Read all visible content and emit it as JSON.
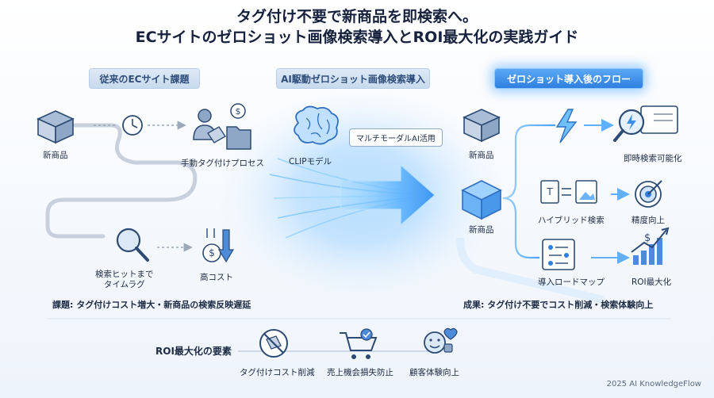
{
  "title": {
    "line1": "タグ付け不要で新商品を即検索へ。",
    "line2": "ECサイトのゼロショット画像検索導入とROI最大化の実践ガイド"
  },
  "sections": {
    "left": "従来のECサイト課題",
    "center": "AI駆動ゼロショット画像検索導入",
    "right": "ゼロショット導入後のフロー"
  },
  "left": {
    "new_product": "新商品",
    "manual_tagging": "手動タグ付けプロセス",
    "search_lag": "検索ヒットまで\nタイムラグ",
    "high_cost": "高コスト",
    "issue": "課題: タグ付けコスト増大・新商品の検索反映遅延"
  },
  "center": {
    "clip_model": "CLIPモデル",
    "multimodal": "マルチモーダルAI活用"
  },
  "right": {
    "new_product_top": "新商品",
    "new_product_mid": "新商品",
    "instant_search": "即時検索可能化",
    "hybrid_search": "ハイブリッド検索",
    "accuracy": "精度向上",
    "roadmap": "導入ロードマップ",
    "roi_max": "ROI最大化",
    "result": "成果: タグ付け不要でコスト削減・検索体験向上"
  },
  "bottom": {
    "heading": "ROI最大化の要素",
    "item1": "タグ付けコスト削減",
    "item2": "売上機会損失防止",
    "item3": "顧客体験向上"
  },
  "footer": "2025 AI KnowledgeFlow",
  "colors": {
    "accent": "#2f7fe0",
    "navy": "#1c2a44",
    "icon_blue": "#3a78c8",
    "glow": "#7cc4ff"
  }
}
